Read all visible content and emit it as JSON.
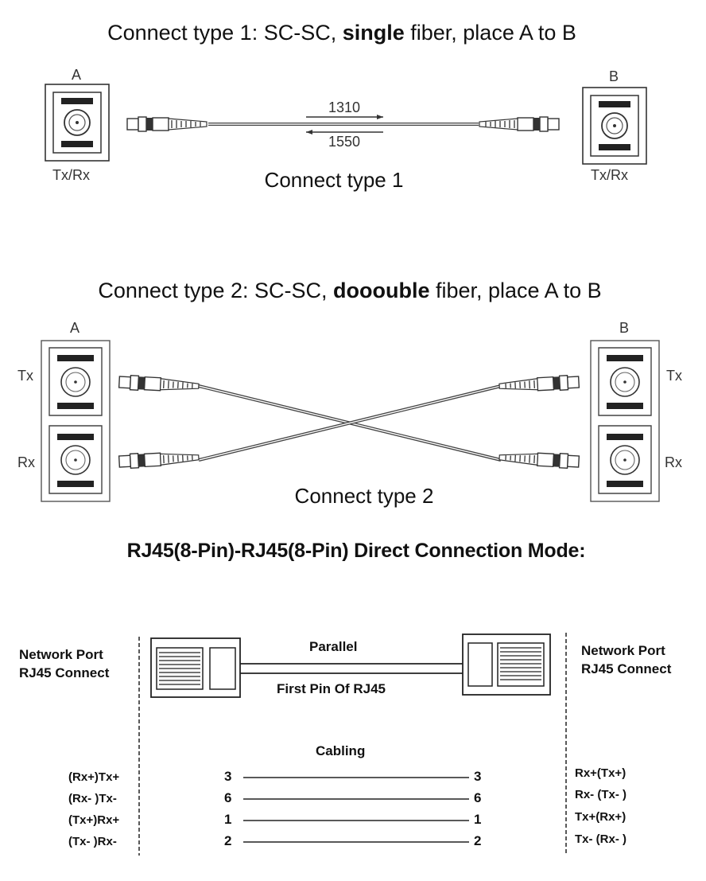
{
  "type1": {
    "title_pre": "Connect type 1: SC-SC, ",
    "title_bold": "single",
    "title_post": " fiber, place A to B",
    "left_letter": "A",
    "right_letter": "B",
    "left_port_label": "Tx/Rx",
    "right_port_label": "Tx/Rx",
    "wave_forward": "1310",
    "wave_back": "1550",
    "caption": "Connect type 1"
  },
  "type2": {
    "title_pre": "Connect type 2: SC-SC, ",
    "title_bold": "dooouble",
    "title_post": " fiber, place A to B",
    "left_letter": "A",
    "right_letter": "B",
    "left_tx": "Tx",
    "left_rx": "Rx",
    "right_tx": "Tx",
    "right_rx": "Rx",
    "caption": "Connect type 2"
  },
  "rj45": {
    "title": "RJ45(8-Pin)-RJ45(8-Pin) Direct Connection Mode:",
    "left_port_line1": "Network Port",
    "left_port_line2": "RJ45 Connect",
    "right_port_line1": "Network Port",
    "right_port_line2": "RJ45 Connect",
    "parallel": "Parallel",
    "first_pin": "First Pin Of RJ45",
    "cabling": "Cabling",
    "pins": [
      {
        "left_label": "(Rx+)Tx+",
        "left_num": "3",
        "right_num": "3",
        "right_label": "Rx+(Tx+)"
      },
      {
        "left_label": "(Rx- )Tx-",
        "left_num": "6",
        "right_num": "6",
        "right_label": "Rx- (Tx- )"
      },
      {
        "left_label": "(Tx+)Rx+",
        "left_num": "1",
        "right_num": "1",
        "right_label": "Tx+(Rx+)"
      },
      {
        "left_label": "(Tx- )Rx-",
        "left_num": "2",
        "right_num": "2",
        "right_label": "Tx- (Rx- )"
      }
    ]
  }
}
